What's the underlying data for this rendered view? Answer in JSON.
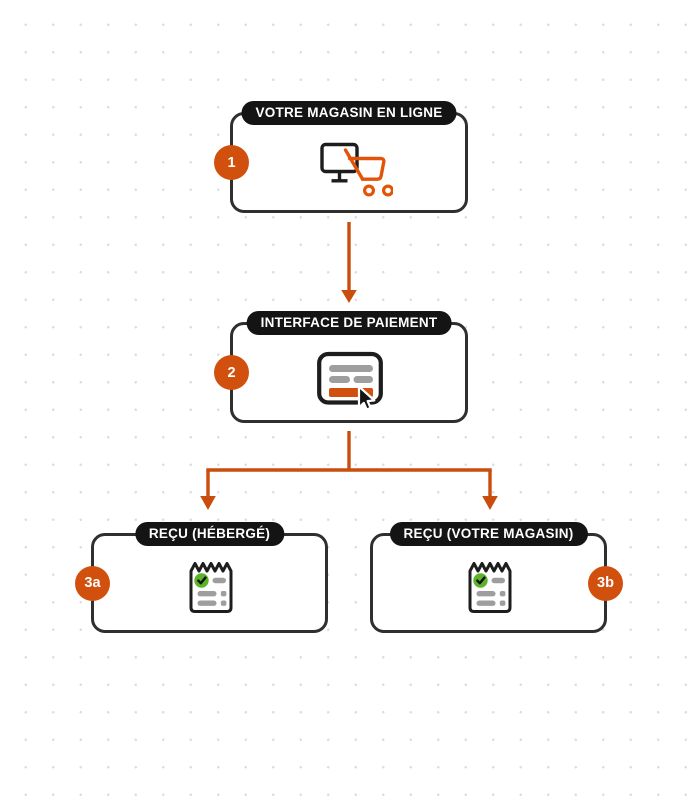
{
  "diagram": {
    "nodes": [
      {
        "id": "1",
        "badge": "1",
        "label": "VOTRE MAGASIN EN LIGNE",
        "icon": "online-store-monitor-cart"
      },
      {
        "id": "2",
        "badge": "2",
        "label": "INTERFACE DE PAIEMENT",
        "icon": "payment-form-cursor"
      },
      {
        "id": "3a",
        "badge": "3a",
        "label": "REÇU (HÉBERGÉ)",
        "icon": "receipt-checkmark"
      },
      {
        "id": "3b",
        "badge": "3b",
        "label": "REÇU (VOTRE MAGASIN)",
        "icon": "receipt-checkmark"
      }
    ],
    "edges": [
      {
        "from": "1",
        "to": "2"
      },
      {
        "from": "2",
        "to": "3a"
      },
      {
        "from": "2",
        "to": "3b"
      }
    ]
  },
  "theme": {
    "accent_orange": "#D2500E",
    "arrow_orange": "#C94D0D",
    "cart_orange": "#E25509",
    "pill_black": "#141414",
    "box_border_charcoal": "#2F2F2F",
    "icon_ink": "#1D1D1D",
    "bar_gray": "#9E9E9E",
    "check_green": "#5CB229",
    "dot_grid_gray": "#DEDEDE",
    "background_white": "#FFFFFF"
  }
}
